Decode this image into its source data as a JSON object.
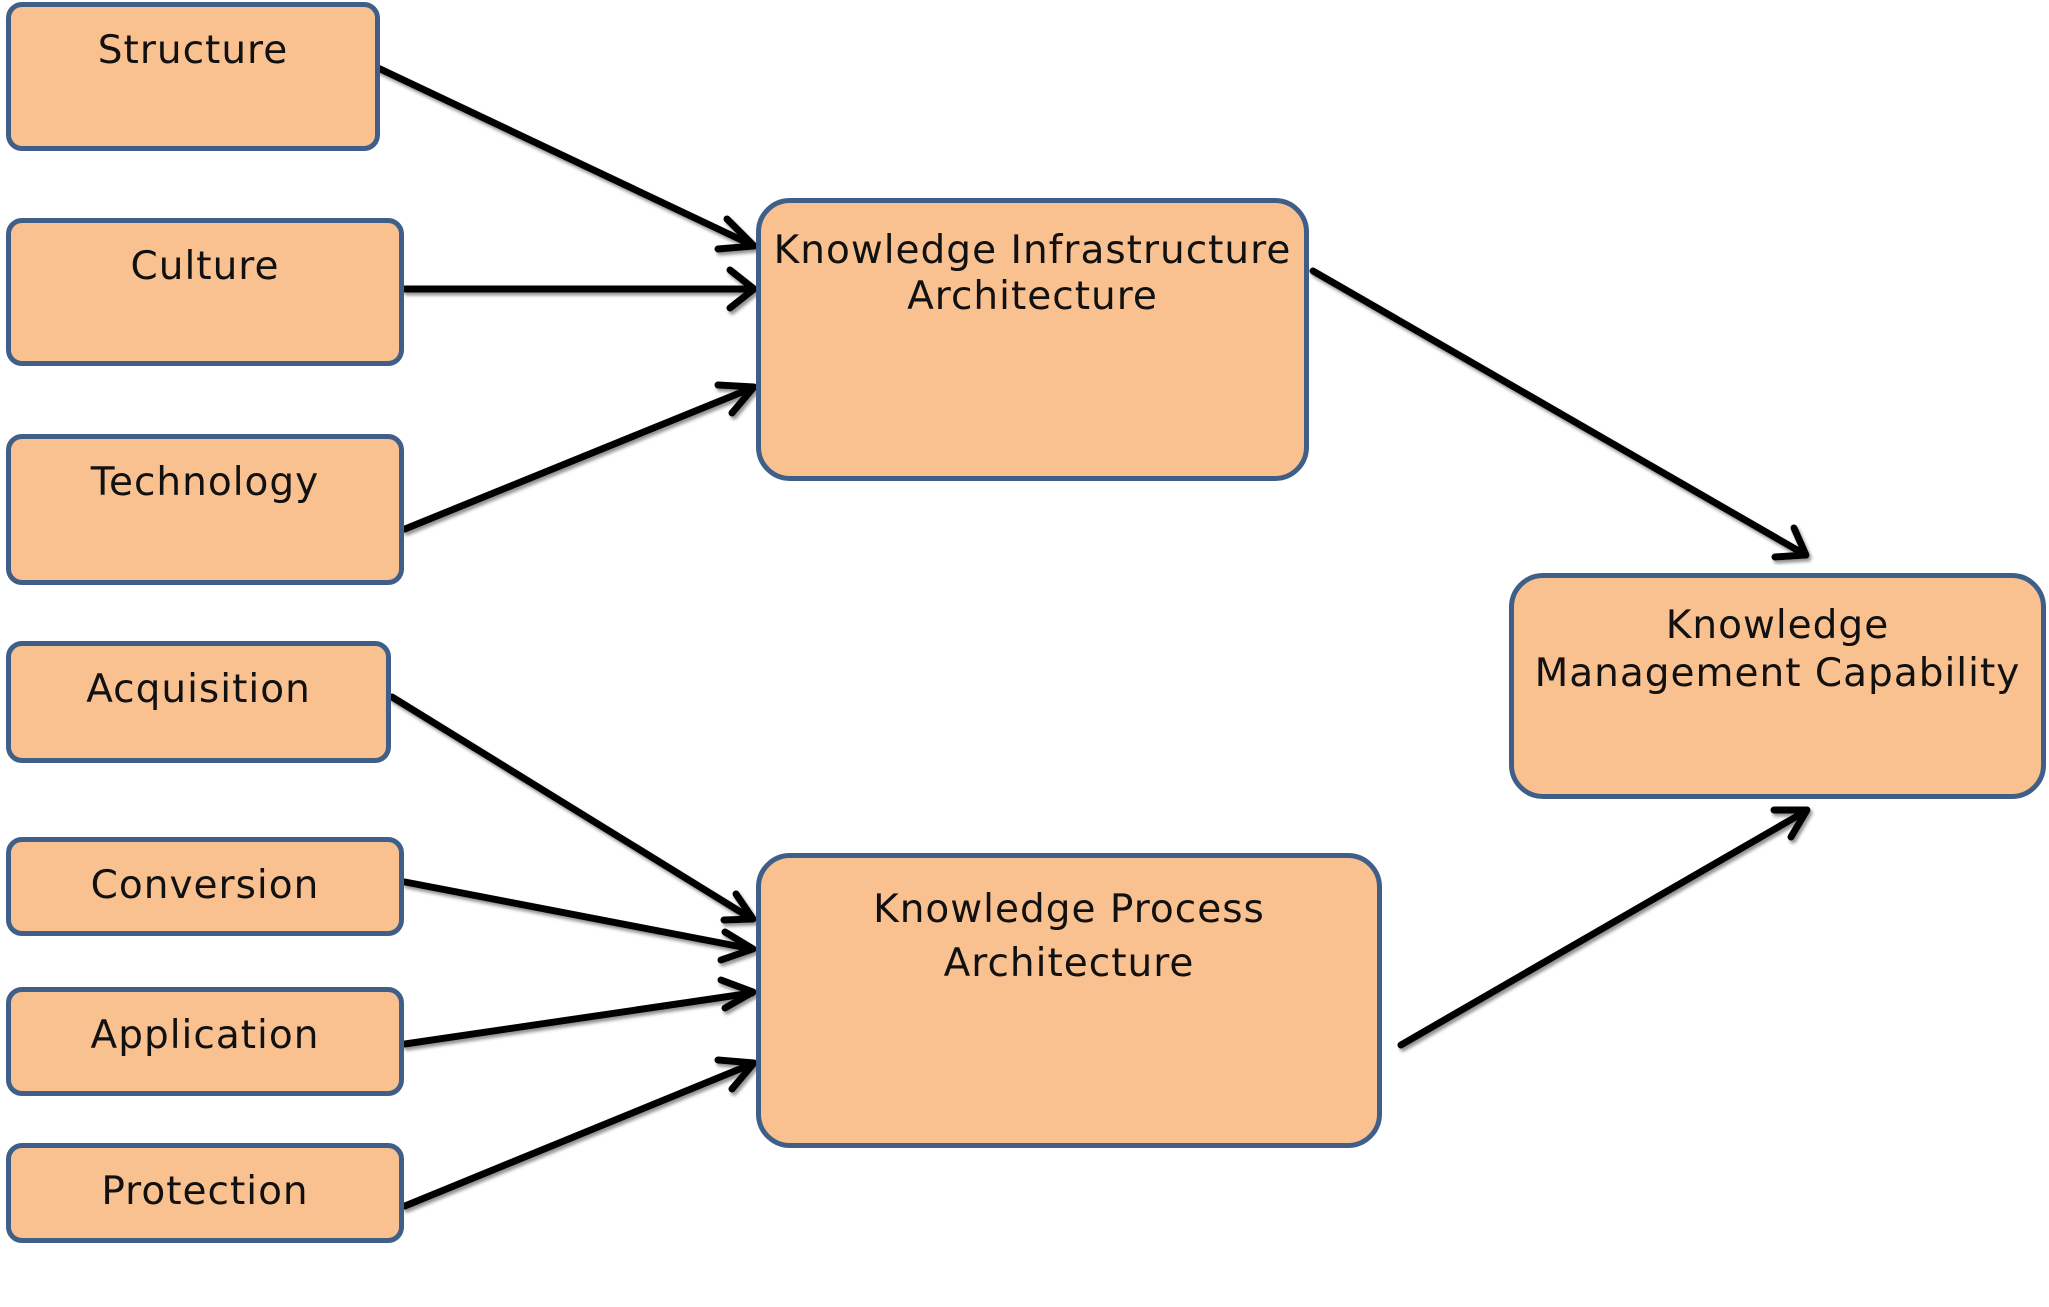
{
  "diagram": {
    "nodes": {
      "structure": "Structure",
      "culture": "Culture",
      "technology": "Technology",
      "acquisition": "Acquisition",
      "conversion": "Conversion",
      "application": "Application",
      "protection": "Protection",
      "infrastructure": "Knowledge Infrastructure\nArchitecture",
      "process": "Knowledge Process\nArchitecture",
      "capability": "Knowledge\nManagement Capability"
    },
    "edges": [
      {
        "from": "structure",
        "to": "infrastructure"
      },
      {
        "from": "culture",
        "to": "infrastructure"
      },
      {
        "from": "technology",
        "to": "infrastructure"
      },
      {
        "from": "acquisition",
        "to": "process"
      },
      {
        "from": "conversion",
        "to": "process"
      },
      {
        "from": "application",
        "to": "process"
      },
      {
        "from": "protection",
        "to": "process"
      },
      {
        "from": "infrastructure",
        "to": "capability"
      },
      {
        "from": "process",
        "to": "capability"
      }
    ],
    "colors": {
      "box_fill": "#f9c090",
      "box_border": "#3f5f88",
      "arrow": "#000000"
    }
  }
}
